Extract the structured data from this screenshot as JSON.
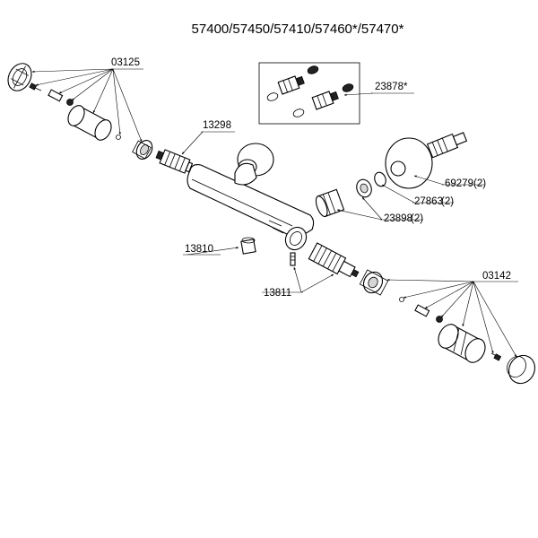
{
  "title": "57400/57450/57410/57460*/57470*",
  "callouts": {
    "c03125": "03125",
    "c13298": "13298",
    "c23878": "23878*",
    "c69279": "69279",
    "c69279_qty": "(2)",
    "c27863": "27863",
    "c27863_qty": "(2)",
    "c23898": "23898",
    "c23898_qty": "(2)",
    "c13810": "13810",
    "c13811": "13811",
    "c03142": "03142"
  }
}
